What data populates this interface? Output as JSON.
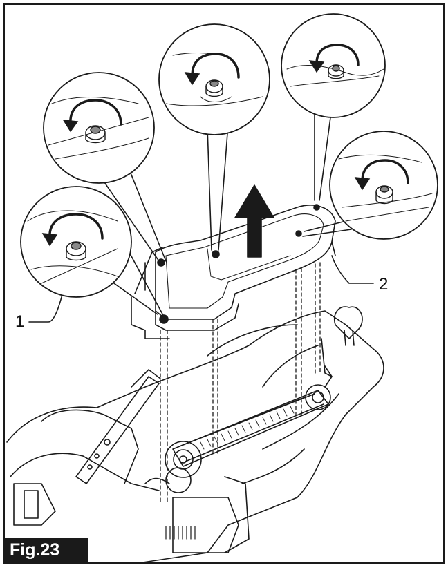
{
  "figure": {
    "label": "Fig.23",
    "callouts": [
      {
        "id": "1",
        "text": "1"
      },
      {
        "id": "2",
        "text": "2"
      }
    ],
    "colors": {
      "line": "#1a1a1a",
      "background": "#ffffff",
      "label_bg": "#1a1a1a",
      "label_text": "#ffffff"
    },
    "icons": [
      "loosen-arrow-icon",
      "lift-arrow-icon",
      "bolt-icon"
    ]
  }
}
